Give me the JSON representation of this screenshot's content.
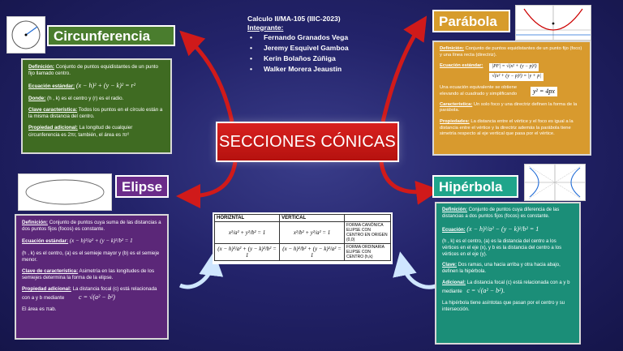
{
  "header": {
    "course": "Calculo II/MA-105 (IIIC-2023)",
    "members_label": "Integrante:",
    "members": [
      "Fernando Granados Vega",
      "Jeremy Esquivel Gamboa",
      "Kerin Bolaños Zúñiga",
      "Walker Morera Jeaustin"
    ]
  },
  "center_title": "SECCIONES CÓNICAS",
  "circunferencia": {
    "title": "Circunferencia",
    "def_label": "Definición:",
    "def_text": " Conjunto de puntos equidistantes de un punto fijo llamado centro.",
    "eq_label": "Ecuación estándar:",
    "eq": "(x − h)² + (y − k)² = r²",
    "donde_label": "Donde:",
    "donde_text": " (h , k) es el centro y (r) es el radio.",
    "clave_label": "Clave característica:",
    "clave_text": " Todos los puntos en el círculo están a la misma distancia del centro.",
    "prop_label": "Propiedad adicional:",
    "prop_text": " La longitud de cualquier circunferencia es 2πr, también, el área es πr²"
  },
  "parabola": {
    "title": "Parábola",
    "def_label": "Definición:",
    "def_text": " Conjunto de puntos equidistantes de un punto fijo (foco) y una línea recta (directriz).",
    "eq_label": "Ecuación estándar:",
    "eq1": "|PF| = √(x² + (y − p)²)",
    "eq2": "√(x² + (y − p)²) = |y + p|",
    "equiv_text": "Una ecuación equivalente se obtiene elevando al cuadrado y simplificando",
    "eq3": "y² = 4px",
    "clave_label": "Característica:",
    "clave_text": " Un solo foco y una directriz definen la forma de la parábola.",
    "prop_label": "Propiedades:",
    "prop_text": " La distancia entre el vértice y el foco es igual a la distancia entre el vértice y la directriz además la parábola tiene simetría respecto al eje vertical que pasa por el vértice."
  },
  "elipse": {
    "title": "Elipse",
    "def_label": "Definición:",
    "def_text": " Conjunto de puntos cuya suma de las distancias a dos puntos fijos (focos) es constante.",
    "eq_label": "Ecuación estándar:",
    "eq": "(x − h)²/a² + (y − k)²/b² = 1",
    "donde_text": "(h , k) es el centro, (a) es el semieje mayor y (b) es el semieje menor.",
    "clave_label": "Clave de característica:",
    "clave_text": " Asimetría en las longitudes de los semiejes determina la forma de la elipse.",
    "prop_label": "Propiedad adicional:",
    "prop_text": " La distancia focal (c) está relacionada con a y b mediante",
    "prop_eq": "c = √(a² − b²)",
    "area_text": "El área es πab."
  },
  "hiperbola": {
    "title": "Hipérbola",
    "def_label": "Definición:",
    "def_text": " Conjunto de puntos cuya diferencia de las distancias a dos puntos fijos (focos) es constante.",
    "eq_label": "Ecuación:",
    "eq": "(x − h)²/a² − (y − k)²/b² = 1",
    "donde_text": "(h , k) es el centro, (a) es la distancia del centro a los vértices en el eje (x), y b es la distancia del centro a los vértices en el eje (y).",
    "clave_label": "Clave:",
    "clave_text": " Dos ramas, una hacia arriba y otra hacia abajo, definen la hipérbola.",
    "prop_label": "Adicional:",
    "prop_text": " La distancia focal (c) está relacionada con a y b mediante",
    "prop_eq": "c = √(a² − b²).",
    "asint_text": "La hipérbola tiene asíntotas que pasan por el centro y su intersección."
  },
  "table": {
    "col1": "HORIZNTAL",
    "col2": "VERTICAL",
    "row1_h": "x²/a² + y²/b² = 1",
    "row1_v": "x²/b² + y²/a² = 1",
    "row1_note": "FORMA CANÓNICA ELIPSE CON CENTRO EN ORIGEN (0,0)",
    "row2_h": "(x − h)²/a² + (y − k)²/b² = 1",
    "row2_v": "(x − h)²/b² + (y − k)²/a² = 1",
    "row2_note": "FORMA ORDINARIA ELIPSE CON CENTRO (h,k)"
  },
  "colors": {
    "circ_title": "#4a7d2e",
    "circ_panel": "#3f6b22",
    "parab_title": "#d79c2c",
    "parab_panel": "#d89a2e",
    "elipse_title": "#6b2c8a",
    "elipse_panel": "#5b2778",
    "hiper_title": "#1fa58b",
    "hiper_panel": "#1b8e78",
    "center": "#c8151a",
    "arrow_red": "#d01a1a"
  }
}
